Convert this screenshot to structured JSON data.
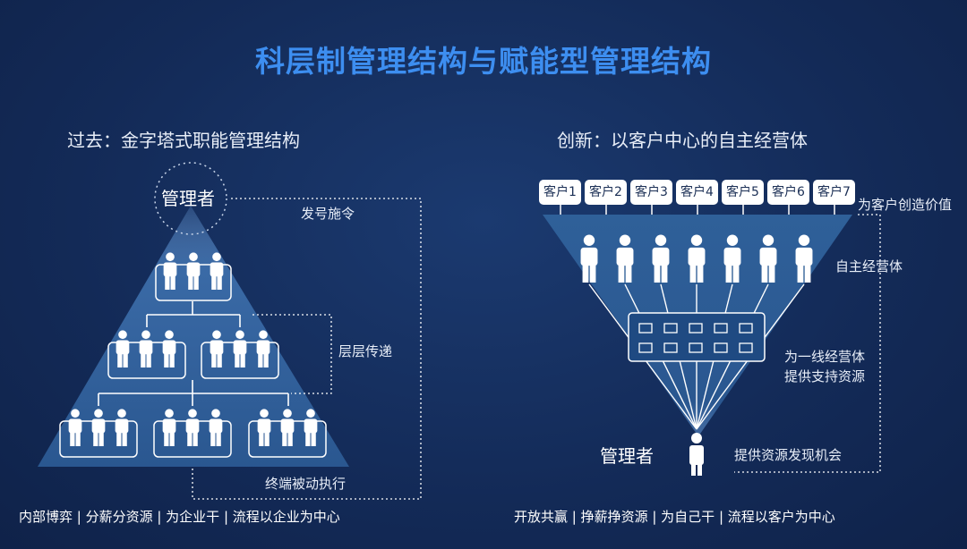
{
  "title": "科层制管理结构与赋能型管理结构",
  "left": {
    "heading": "过去：金字塔式职能管理结构",
    "manager": "管理者",
    "notes": {
      "command": "发号施令",
      "relay": "层层传递",
      "execute": "终端被动执行"
    },
    "footer": "内部博弈 | 分薪分资源 | 为企业干 | 流程以企业为中心"
  },
  "right": {
    "heading": "创新：以客户中心的自主经营体",
    "customers": [
      "客户1",
      "客户2",
      "客户3",
      "客户4",
      "客户5",
      "客户6",
      "客户7"
    ],
    "manager": "管理者",
    "notes": {
      "value": "为客户创造价值",
      "units": "自主经营体",
      "support_1": "为一线经营体",
      "support_2": "提供支持资源",
      "discover": "提供资源发现机会"
    },
    "footer": "开放共赢 | 挣薪挣资源 | 为自己干 | 流程以客户为中心"
  },
  "colors": {
    "title": "#3d8ef0",
    "background": "#132a57",
    "shape": "#2d5a92"
  }
}
